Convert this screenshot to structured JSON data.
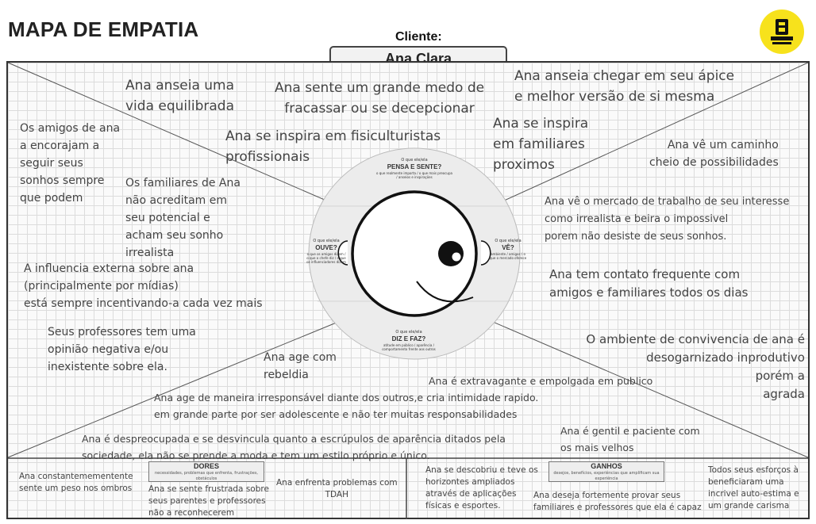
{
  "header": {
    "title": "MAPA DE EMPATIA",
    "client_label": "Cliente:",
    "client_name": "Ana Clara",
    "logo_icon": "academy-logo-icon",
    "logo_color": "#f7e21c"
  },
  "zones": {
    "pensa": {
      "small": "O que ele/ela",
      "title": "PENSA E SENTE?",
      "sub": "o que realmente importa / o que mais preocupa / anseios e inspirações"
    },
    "ouve": {
      "small": "O que ele/ela",
      "title": "OUVE?",
      "sub": "o que os amigos dizem / o que o chefe diz / o que os influenciadores dizem"
    },
    "ve": {
      "small": "O que ele/ela",
      "title": "VÊ?",
      "sub": "ambiente / amigos / o que o mercado oferece"
    },
    "diz": {
      "small": "O que ele/ela",
      "title": "DIZ E FAZ?",
      "sub": "atitude em público / aparência / comportamento frente aos outros"
    }
  },
  "notes": {
    "anseia_equilibrada": "Ana anseia uma\nvida equilibrada",
    "medo": "Ana sente um grande medo de\nfracassar ou se decepcionar",
    "apice": "Ana anseia chegar em seu ápice\ne melhor versão de si mesma",
    "fisiculturistas": "Ana se inspira em fisiculturistas\nprofissionais",
    "familiares_proximos": "Ana se inspira\nem familiares\nproximos",
    "amigos_encorajam": "Os amigos de ana\na encorajam a\nseguir seus\nsonhos sempre\nque podem",
    "familiares_nao_acreditam": "Os familiares de Ana\nnão acreditam em\nseu potencial e\nacham seu sonho\nirrealista",
    "influencia": "A influencia externa sobre ana\n(principalmente por mídias)\nestá sempre incentivando-a cada vez mais",
    "professores": "Seus professores tem uma\nopinião negativa e/ou\ninexistente sobre ela.",
    "caminho": "Ana vê um caminho\ncheio de possibilidades",
    "mercado": "Ana vê o mercado de trabalho de seu interesse\ncomo irrealista e beira o impossivel\nporem não desiste de seus sonhos.",
    "contato": "Ana tem contato frequente com\namigos e familiares todos os dias",
    "ambiente": "O ambiente de convivencia de ana é\ndesogarnizado inprodutivo\nporém a\nagrada",
    "rebeldia": "Ana age com\nrebeldia",
    "extravagante": "Ana é extravagante e empolgada em publico",
    "irresponsavel": "Ana age de maneira irresponsável diante dos outros,e cria intimidade rapido.\nem grande parte por ser adolescente e não ter muitas responsabilidades",
    "gentil": "Ana é gentil e paciente com\nos mais velhos",
    "despreocupada": "Ana é despreocupada e se desvincula quanto a escrúpulos de aparência ditados pela\nsociedade, ela não se prende a moda e tem um estilo próprio e único."
  },
  "dores": {
    "title": "DORES",
    "subtitle": "necessidades, problemas que enfrenta, frustrações, obstáculos",
    "items": [
      "Ana constantemementente\nsente um peso nos ombros",
      "Ana se sente frustrada sobre\nseus parentes e professores\nnão a reconhecerem",
      "Ana enfrenta problemas com\nTDAH"
    ]
  },
  "ganhos": {
    "title": "GANHOS",
    "subtitle": "desejos, benefícios, experiências que amplificam sua experiência",
    "items": [
      "Ana se descobriu e teve os\nhorizontes ampliados\natravés de aplicações\nfísicas e esportes.",
      "Ana deseja fortemente provar seus\nfamiliares e professores que ela é capaz",
      "Todos seus esforços à\nbeneficiaram uma\nincrivel auto-estima e\num grande carisma"
    ]
  }
}
